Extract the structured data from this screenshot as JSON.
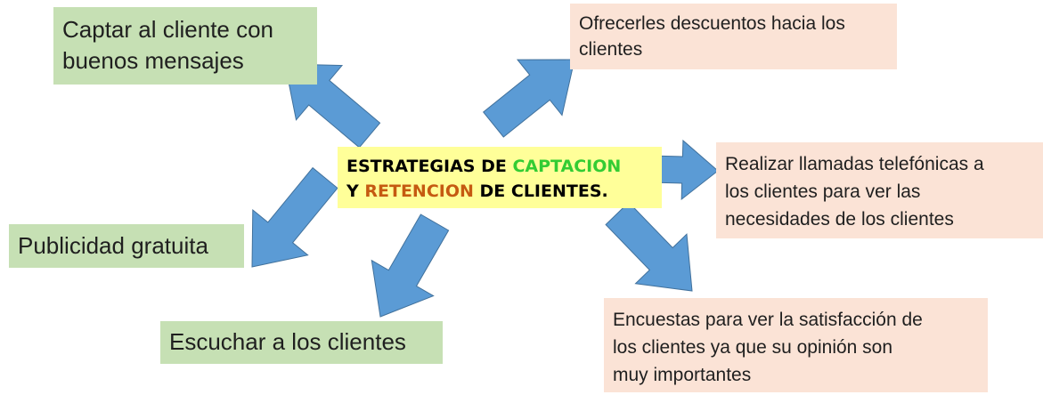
{
  "center": {
    "line1_prefix": "ESTRATEGIAS DE ",
    "line1_highlight": "CAPTACION",
    "line2_prefix": "Y ",
    "line2_highlight": "RETENCION",
    "line2_suffix": " DE CLIENTES.",
    "highlight_colors": {
      "captacion": "#33cc33",
      "retencion": "#c55a11"
    },
    "background": "#ffff99"
  },
  "nodes": {
    "captar": {
      "lines": [
        "Captar al cliente con",
        "buenos mensajes"
      ],
      "color": "#c6e0b4"
    },
    "publicidad": {
      "lines": [
        "Publicidad gratuita"
      ],
      "color": "#c6e0b4"
    },
    "escuchar": {
      "lines": [
        "Escuchar a los clientes"
      ],
      "color": "#c6e0b4"
    },
    "descuentos": {
      "lines": [
        "Ofrecerles descuentos hacia los",
        "clientes"
      ],
      "color": "#fbe3d6"
    },
    "llamadas": {
      "lines": [
        "Realizar llamadas telefónicas a",
        "los clientes para ver las",
        "necesidades de los clientes"
      ],
      "color": "#fbe3d6"
    },
    "encuestas": {
      "lines": [
        "Encuestas para ver la satisfacción de",
        "los clientes ya que su opinión son",
        "muy importantes"
      ],
      "color": "#fbe3d6"
    }
  },
  "arrow_color": "#5b9bd5"
}
